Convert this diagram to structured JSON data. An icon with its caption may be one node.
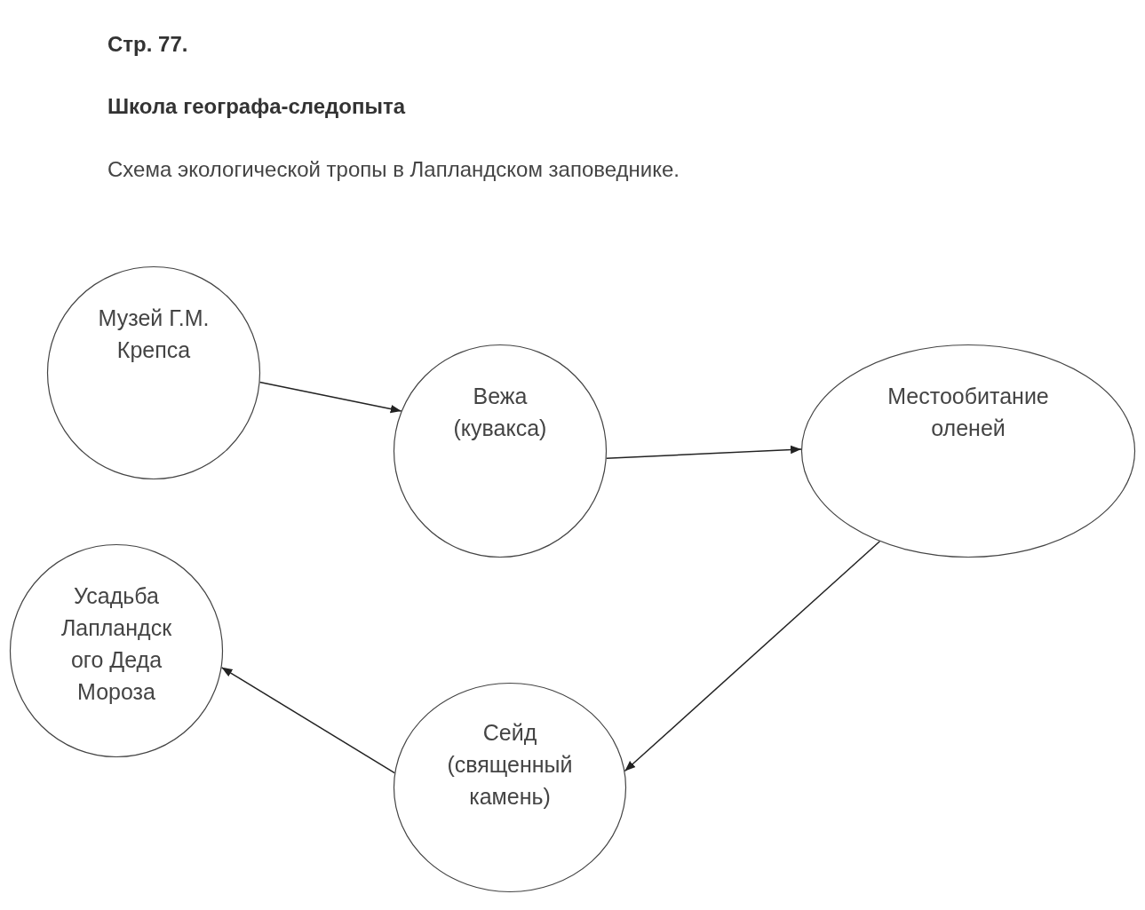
{
  "diagram": {
    "title": "Школа географа-следопыта",
    "nodes": [
      {
        "text": [
          "Музей Г.М. Крепса"
        ]
      },
      {
        "text": [
          "Вежа (кувакса)"
        ]
      },
      {
        "text": [
          "Местообитание оленей"
        ]
      },
      {
        "text": [
          "Сейд (священный камень)"
        ]
      },
      {
        "text": [
          "Усадьба Лапландск ого Деда Мороза"
        ]
      }
    ],
    "edges": [
      {
        "from": 0,
        "to": 1,
        "arrow": "to"
      },
      {
        "from": 1,
        "to": 2,
        "arrow": "to"
      },
      {
        "from": 2,
        "to": 3,
        "arrow": "to"
      },
      {
        "from": 3,
        "to": 4,
        "arrow": "to"
      }
    ],
    "labels": [
      "Стр. 77.",
      "Схема экологической тропы в Лапландском заповеднике."
    ]
  }
}
